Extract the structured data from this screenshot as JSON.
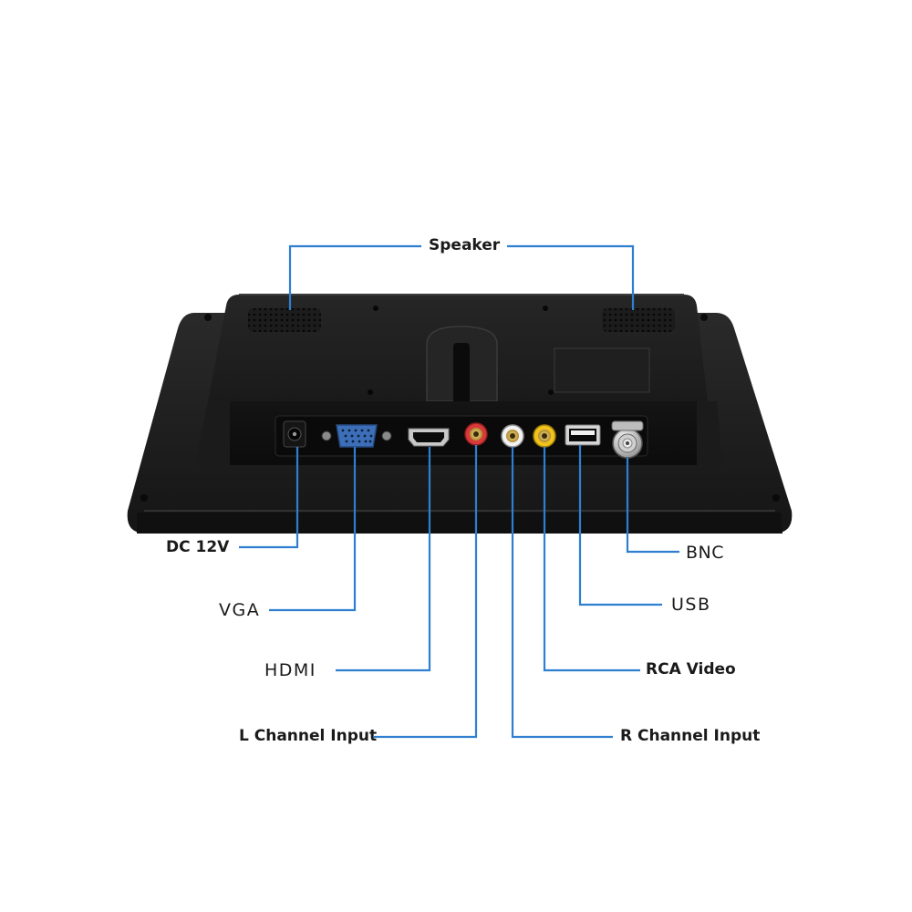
{
  "labels": {
    "speaker": "Speaker",
    "dc12v": "DC 12V",
    "vga": "VGA",
    "hdmi": "HDMI",
    "l_channel": "L Channel Input",
    "bnc": "BNC",
    "usb": "USB",
    "rca_video": "RCA Video",
    "r_channel": "R Channel Input"
  },
  "icons": {
    "speaker_grille": "speaker-grille-icon",
    "dc_jack": "dc-power-jack-icon",
    "vga_port": "vga-port-icon",
    "hdmi_port": "hdmi-port-icon",
    "rca_red": "rca-red-jack-icon",
    "rca_white": "rca-white-jack-icon",
    "rca_yellow": "rca-yellow-jack-icon",
    "usb_port": "usb-port-icon",
    "bnc_port": "bnc-connector-icon"
  },
  "colors": {
    "callout_line": "#2f7fd1",
    "monitor_body": "#202020",
    "vga_blue": "#3d6fb8",
    "rca_red": "#d83a3a",
    "rca_yellow": "#f1c21b",
    "rca_white": "#f2f2f2"
  }
}
